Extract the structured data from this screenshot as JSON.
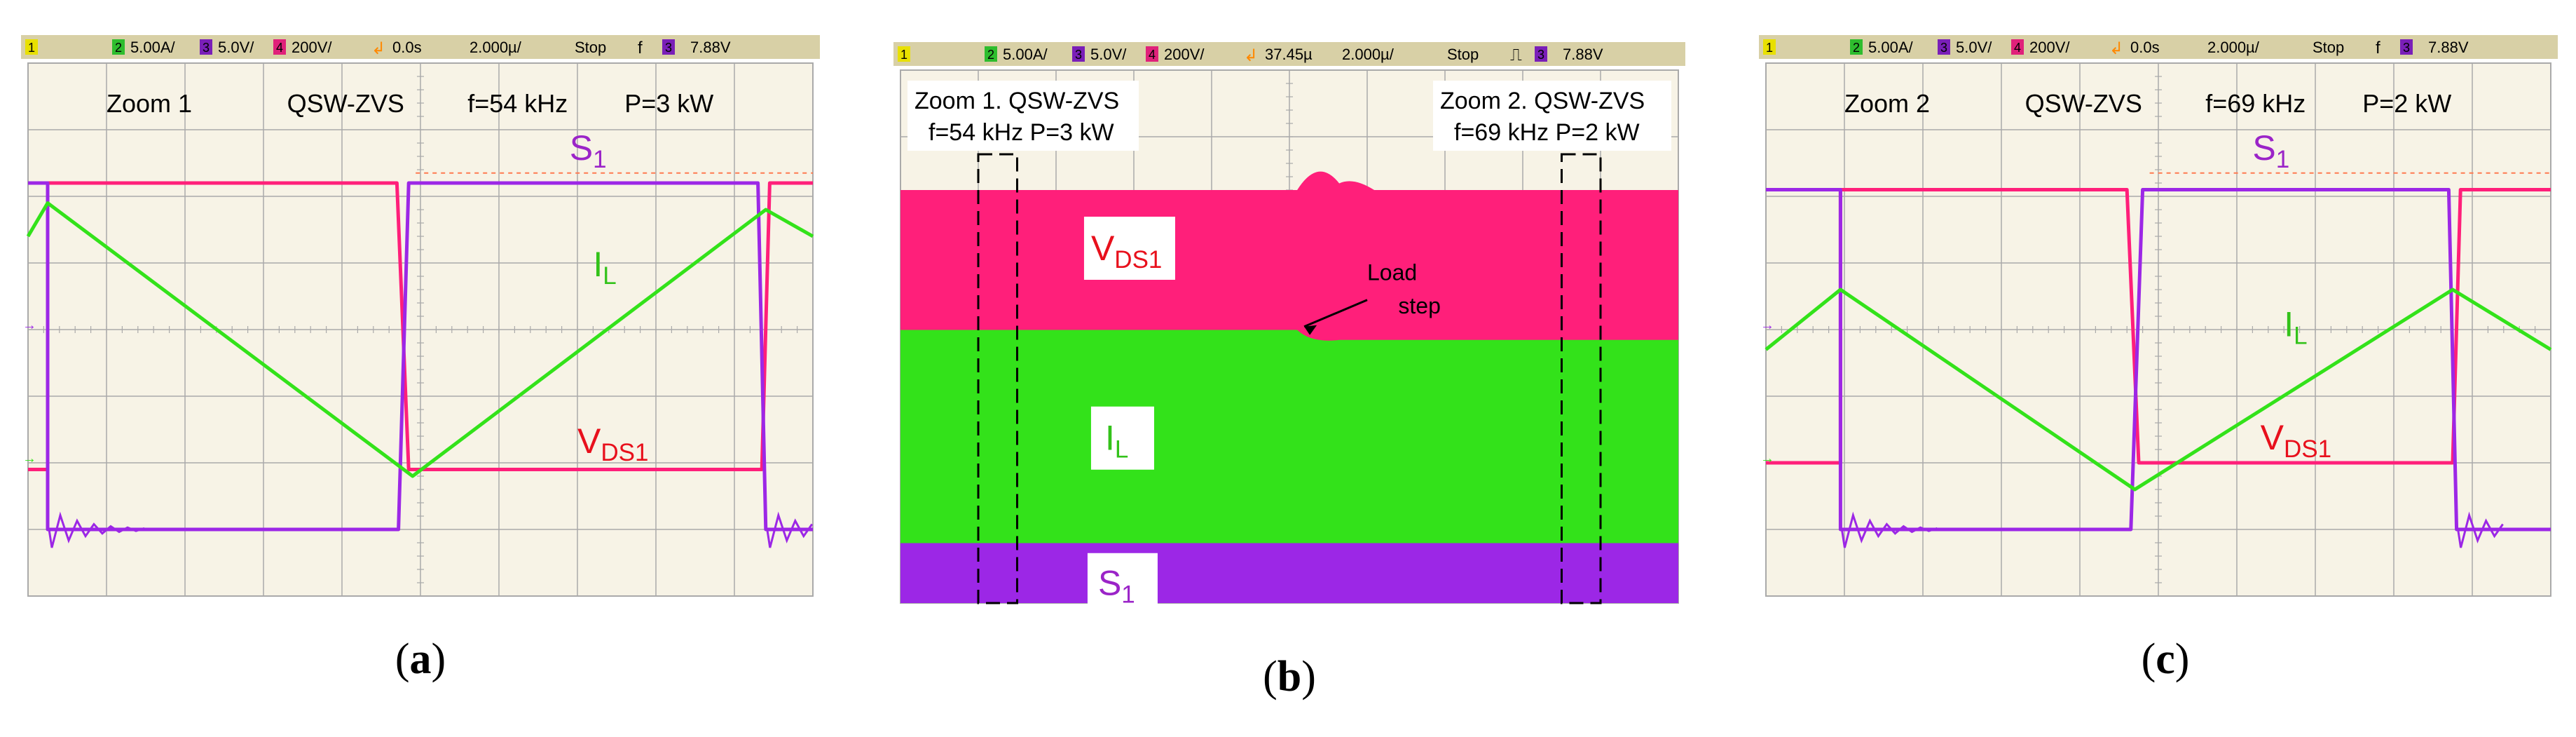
{
  "colors": {
    "screen_bg": "#f7f3e6",
    "header_bg": "#d8d0a6",
    "grid": "#aaaaaa",
    "ch1": "#ff1f7a",
    "ch2": "#33e21a",
    "ch3": "#9c27e6",
    "label_vds": "#e8101c",
    "label_il": "#33c21a",
    "label_s1": "#9b24c8"
  },
  "panels": [
    {
      "id": "a",
      "caption_letter": "a",
      "status_bar": {
        "ch1_label": "1",
        "ch2_label": "2",
        "ch2_scale": "5.00A/",
        "ch3_label": "3",
        "ch3_scale": "5.0V/",
        "ch4_label": "4",
        "ch4_scale": "200V/",
        "time_pos": "0.0s",
        "time_scale": "2.000µ/",
        "run_state": "Stop",
        "trig_symbol": "f",
        "trig_ch": "3",
        "trig_level": "7.88V"
      },
      "annotations": {
        "zoom": "Zoom 1",
        "mode": "QSW-ZVS",
        "freq": "f=54 kHz",
        "power": "P=3 kW"
      },
      "signal_labels": {
        "s1": "S",
        "s1_sub": "1",
        "il": "I",
        "il_sub": "L",
        "vds": "V",
        "vds_sub": "DS1"
      }
    },
    {
      "id": "b",
      "caption_letter": "b",
      "status_bar": {
        "ch1_label": "1",
        "ch2_label": "2",
        "ch2_scale": "5.00A/",
        "ch3_label": "3",
        "ch3_scale": "5.0V/",
        "ch4_label": "4",
        "ch4_scale": "200V/",
        "time_pos": "37.45µ",
        "time_scale": "2.000µ/",
        "run_state": "Stop",
        "trig_symbol": "⎍",
        "trig_ch": "3",
        "trig_level": "7.88V"
      },
      "annotations": {
        "zoom1_line1": "Zoom 1. QSW-ZVS",
        "zoom1_line2": "f=54 kHz P=3 kW",
        "zoom2_line1": "Zoom 2. QSW-ZVS",
        "zoom2_line2": "f=69 kHz P=2 kW",
        "load_step_line1": "Load",
        "load_step_line2": "step"
      },
      "signal_labels": {
        "vds": "V",
        "vds_sub": "DS1",
        "il": "I",
        "il_sub": "L",
        "s1": "S",
        "s1_sub": "1"
      }
    },
    {
      "id": "c",
      "caption_letter": "c",
      "status_bar": {
        "ch1_label": "1",
        "ch2_label": "2",
        "ch2_scale": "5.00A/",
        "ch3_label": "3",
        "ch3_scale": "5.0V/",
        "ch4_label": "4",
        "ch4_scale": "200V/",
        "time_pos": "0.0s",
        "time_scale": "2.000µ/",
        "run_state": "Stop",
        "trig_symbol": "f",
        "trig_ch": "3",
        "trig_level": "7.88V"
      },
      "annotations": {
        "zoom": "Zoom 2",
        "mode": "QSW-ZVS",
        "freq": "f=69 kHz",
        "power": "P=2 kW"
      },
      "signal_labels": {
        "s1": "S",
        "s1_sub": "1",
        "il": "I",
        "il_sub": "L",
        "vds": "V",
        "vds_sub": "DS1"
      }
    }
  ],
  "chart_data": [
    {
      "type": "line",
      "panel": "a",
      "x_unit": "divisions",
      "xlim": [
        0,
        10
      ],
      "ylim": [
        0,
        8
      ],
      "grid": true,
      "series": [
        {
          "name": "S",
          "values_desc": "gate signal",
          "x": [
            0,
            0.25,
            0.25,
            4.72,
            4.85,
            9.3,
            9.4,
            10
          ],
          "y": [
            6.2,
            6.2,
            1.0,
            1.0,
            6.2,
            6.2,
            1.0,
            1.0
          ]
        },
        {
          "name": "I",
          "x": [
            0,
            0.25,
            4.9,
            9.4,
            10
          ],
          "y": [
            5.4,
            5.9,
            1.8,
            5.8,
            5.4
          ]
        },
        {
          "name": "V",
          "x": [
            0,
            0.25,
            0.25,
            4.7,
            4.85,
            9.35,
            9.45,
            10
          ],
          "y": [
            1.9,
            1.9,
            6.2,
            6.2,
            1.9,
            1.9,
            6.2,
            6.2
          ]
        }
      ]
    },
    {
      "type": "area",
      "panel": "b",
      "x_unit": "divisions",
      "xlim": [
        0,
        10
      ],
      "ylim": [
        0,
        8
      ],
      "grid": true,
      "series": [
        {
          "name": "V",
          "band": [
            4.1,
            6.2
          ]
        },
        {
          "name": "I",
          "band": [
            0.9,
            4.1
          ]
        },
        {
          "name": "S",
          "band": [
            0,
            0.9
          ]
        }
      ]
    },
    {
      "type": "line",
      "panel": "c",
      "x_unit": "divisions",
      "xlim": [
        0,
        10
      ],
      "ylim": [
        0,
        8
      ],
      "grid": true,
      "series": [
        {
          "name": "S",
          "x": [
            0,
            0.95,
            0.95,
            4.65,
            4.8,
            8.7,
            8.8,
            10
          ],
          "y": [
            6.1,
            6.1,
            1.0,
            1.0,
            6.1,
            6.1,
            1.0,
            1.0
          ]
        },
        {
          "name": "I",
          "x": [
            0,
            0.95,
            4.7,
            8.75,
            10
          ],
          "y": [
            3.7,
            4.6,
            1.6,
            4.6,
            3.7
          ]
        },
        {
          "name": "V",
          "x": [
            0,
            0.95,
            0.95,
            4.6,
            4.75,
            8.75,
            8.85,
            10
          ],
          "y": [
            2.0,
            2.0,
            6.1,
            6.1,
            2.0,
            2.0,
            6.1,
            6.1
          ]
        }
      ]
    }
  ]
}
